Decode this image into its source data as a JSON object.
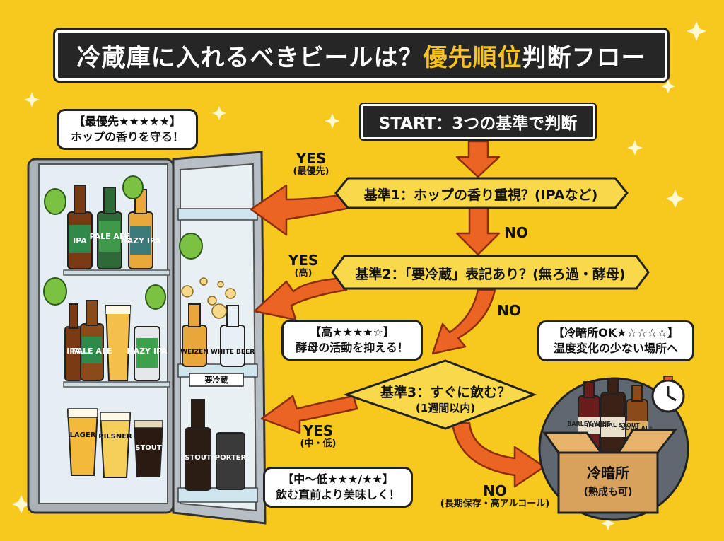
{
  "title": {
    "part1": "冷蔵庫に入れるべきビールは？",
    "highlight": "優先順位",
    "part2": "判断フロー"
  },
  "start": "START：3つの基準で判断",
  "criteria": [
    {
      "text": "基準1：ホップの香り重視？(IPAなど)"
    },
    {
      "text": "基準2：「要冷蔵」表記あり？(無ろ過・酵母)"
    },
    {
      "text": "基準3：すぐに飲む？",
      "sub": "(1週間以内)"
    }
  ],
  "edges": {
    "yes1": {
      "label": "YES",
      "sub": "(最優先)"
    },
    "no1": {
      "label": "NO"
    },
    "yes2": {
      "label": "YES",
      "sub": "(高)"
    },
    "no2": {
      "label": "NO"
    },
    "yes3": {
      "label": "YES",
      "sub": "(中・低)"
    },
    "no3": {
      "label": "NO",
      "sub": "(長期保存・高アルコール)"
    }
  },
  "bubbles": {
    "top": {
      "line1": "【最優先★★★★★】",
      "line2": "ホップの香りを守る！"
    },
    "mid": {
      "line1": "【高★★★★☆】",
      "line2": "酵母の活動を抑える！"
    },
    "low": {
      "line1": "【中～低★★★/★★】",
      "line2": "飲む直前より美味しく！"
    },
    "cool": {
      "line1": "【冷暗所OK★☆☆☆☆】",
      "line2": "温度変化の少ない場所へ"
    }
  },
  "fridge": {
    "shelf1": [
      "IPA",
      "PALE ALE",
      "HAZY IPA"
    ],
    "shelf2": [
      "IPA",
      "PALE ALE",
      "HAZY IPA"
    ],
    "shelf3": [
      "LAGER",
      "PILSNER",
      "STOUT"
    ],
    "door_top": [
      "WEIZEN",
      "WHITE BEER"
    ],
    "door_tag": "要冷蔵",
    "door_bottom": [
      "STOUT",
      "PORTER"
    ]
  },
  "box": {
    "bottles": [
      "BARLEY WINE",
      "IMPERIAL STOUT",
      "SOUR ALE"
    ],
    "label": "冷暗所",
    "sub": "(熟成も可)"
  },
  "colors": {
    "background": "#f7c81e",
    "arrow": "#ec6424",
    "dark": "#262626",
    "diamond": "#f9d84a"
  }
}
